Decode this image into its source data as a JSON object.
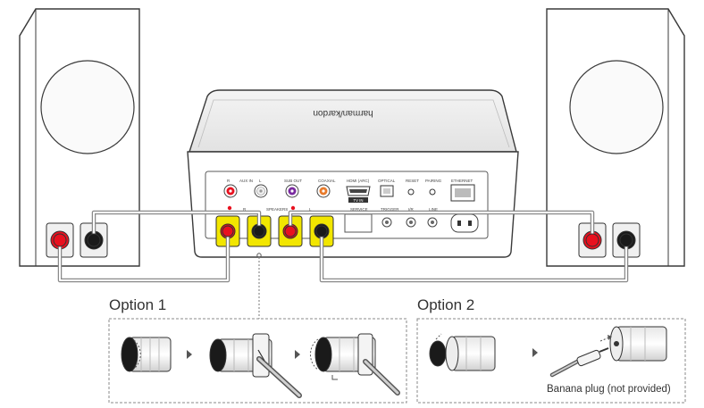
{
  "diagram": {
    "brand": "harman/kardon",
    "panel_labels": {
      "r": "R",
      "aux_in": "AUX IN",
      "l": "L",
      "sub_out": "SUB OUT",
      "coaxial": "COAXIAL",
      "hdmi_arc": "HDMI (ARC)",
      "tv_in": "TV IN",
      "optical": "OPTICAL",
      "reset": "RESET",
      "pairing": "PAIRING",
      "ethernet": "ETHERNET",
      "speakers": "SPEAKERS",
      "service": "SERVICE",
      "trigger": "TRIGGER",
      "ir": "I/R",
      "line": "LINE",
      "speaker_r": "R",
      "speaker_l": "L"
    },
    "option1_title": "Option 1",
    "option2_title": "Option 2",
    "banana_caption": "Banana plug (not provided)",
    "colors": {
      "positive": "#e8111f",
      "negative": "#1a1a1a",
      "binding_post": "#f2e600",
      "outline": "#3a3a3a",
      "cable": "#9a9a9a"
    }
  }
}
